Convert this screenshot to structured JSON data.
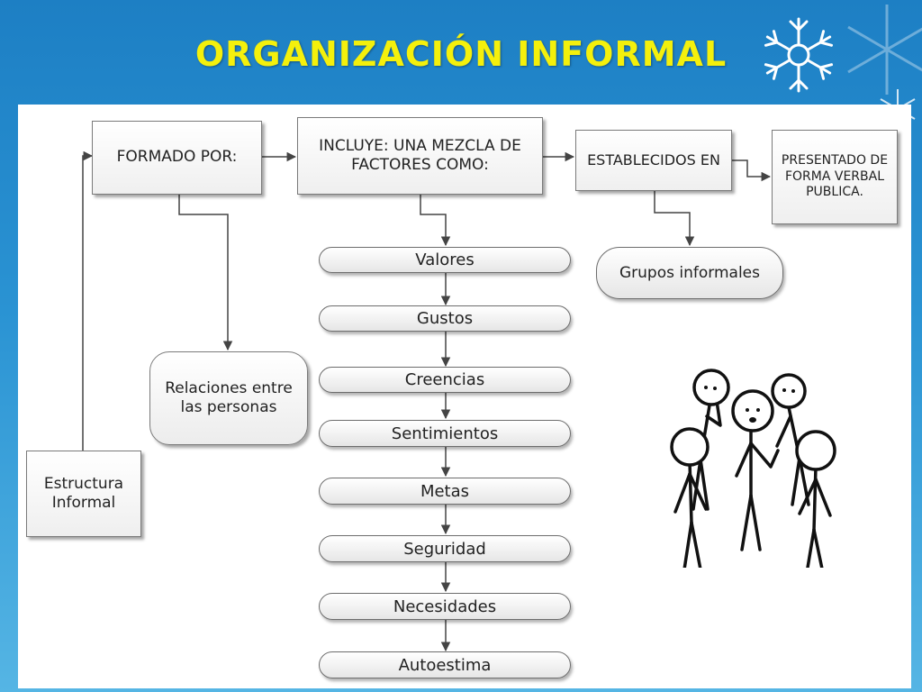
{
  "title": "ORGANIZACIÓN INFORMAL",
  "boxes": {
    "formado_por": "FORMADO POR:",
    "incluye": "INCLUYE: UNA MEZCLA DE FACTORES COMO:",
    "establecidos": "ESTABLECIDOS EN",
    "presentado": "PRESENTADO DE FORMA VERBAL PUBLICA.",
    "grupos": "Grupos informales",
    "relaciones": "Relaciones entre las personas",
    "estructura": "Estructura Informal"
  },
  "factores": [
    "Valores",
    "Gustos",
    "Creencias",
    "Sentimientos",
    "Metas",
    "Seguridad",
    "Necesidades",
    "Autoestima"
  ],
  "colors": {
    "title": "#f4f00c",
    "background": "#2a93d3",
    "panel": "#ffffff"
  },
  "illustration": "group-of-stick-figures"
}
